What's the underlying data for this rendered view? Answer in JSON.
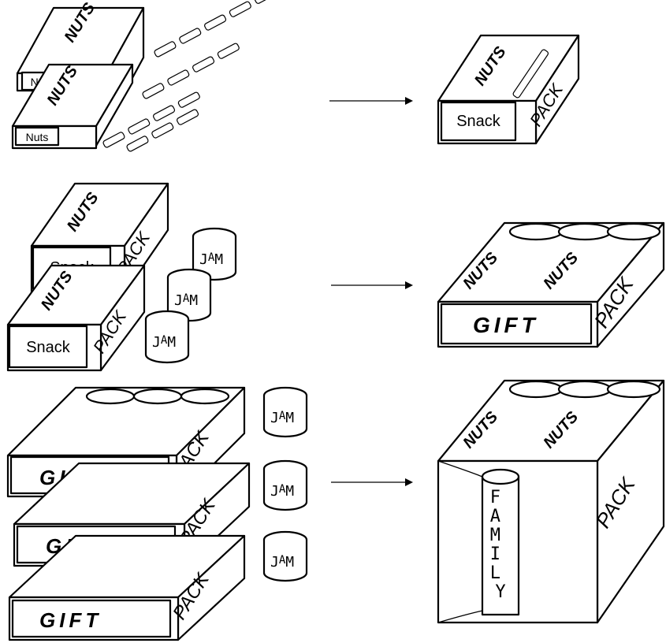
{
  "labels": {
    "nuts": "Nuts",
    "snack": "Snack",
    "pack": "PACK",
    "jam_j": "J",
    "jam_a": "A",
    "jam_m": "M",
    "gift": "GIFT",
    "family": [
      "F",
      "A",
      "M",
      "I",
      "L",
      "Y"
    ],
    "nuts_brand": "NUTS",
    "nuts_superscript": "N"
  },
  "colors": {
    "ink": "#000000",
    "paper": "#ffffff"
  }
}
